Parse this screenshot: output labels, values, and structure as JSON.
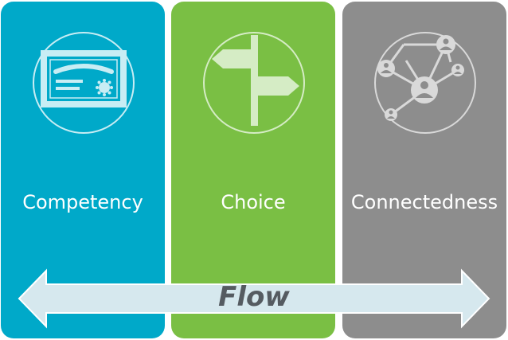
{
  "panels": [
    {
      "label": "Competency",
      "icon": "certificate-icon",
      "color": "#00a9c9"
    },
    {
      "label": "Choice",
      "icon": "signpost-icon",
      "color": "#7abf44"
    },
    {
      "label": "Connectedness",
      "icon": "network-people-icon",
      "color": "#8d8d8d"
    }
  ],
  "flow": {
    "label": "Flow",
    "color": "#d6e8ee"
  }
}
